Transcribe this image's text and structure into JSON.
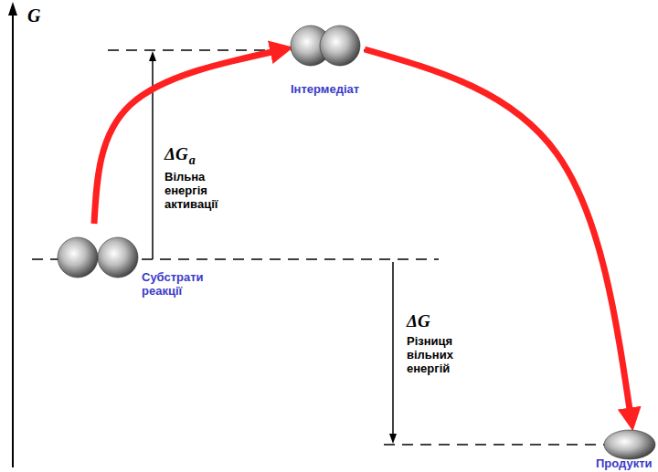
{
  "diagram": {
    "nodes": [
      {
        "text": [
          "Субстрати реакції"
        ]
      },
      {
        "text": [
          "Інтермедіат"
        ]
      },
      {
        "text": [
          "Продукти"
        ]
      }
    ],
    "edges": [
      {
        "from": 0,
        "to": 1,
        "arrow": "to"
      },
      {
        "from": 1,
        "to": 2,
        "arrow": "to"
      }
    ],
    "labels": [
      "G",
      "ΔG",
      "a",
      "Вільна енергія активації",
      "ΔG",
      "Різниця вільних енергій"
    ]
  }
}
